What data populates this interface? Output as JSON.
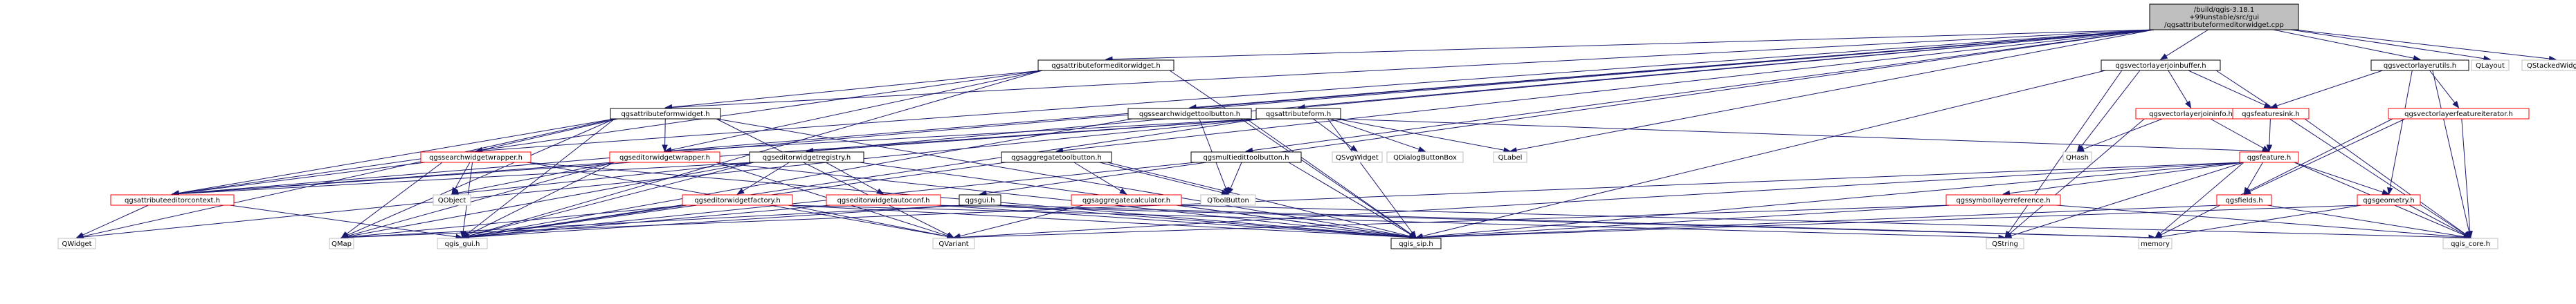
{
  "diagram": {
    "kind": "include-dependency-graph",
    "root": "root",
    "colors": {
      "background": "#ffffff",
      "edge": "#191970",
      "root_fill": "#bfbfbf",
      "node_fill": "#ffffff",
      "node_border": "#000000",
      "incomplete_border": "#ff0000",
      "external_border": "#bfbfbf"
    },
    "nodes": [
      {
        "id": "root",
        "lines": [
          "/build/qgis-3.18.1",
          "+99unstable/src/gui",
          "/qgsattributeformeditorwidget.cpp"
        ],
        "style": "root"
      },
      {
        "id": "afew",
        "lines": [
          "qgsattributeformeditorwidget.h"
        ],
        "style": "normal"
      },
      {
        "id": "vljb",
        "lines": [
          "qgsvectorlayerjoinbuffer.h"
        ],
        "style": "normal"
      },
      {
        "id": "vlu",
        "lines": [
          "qgsvectorlayerutils.h"
        ],
        "style": "normal"
      },
      {
        "id": "qlayout",
        "lines": [
          "QLayout"
        ],
        "style": "external"
      },
      {
        "id": "qstacked",
        "lines": [
          "QStackedWidget"
        ],
        "style": "external"
      },
      {
        "id": "afw",
        "lines": [
          "qgsattributeformwidget.h"
        ],
        "style": "normal"
      },
      {
        "id": "swtb",
        "lines": [
          "qgssearchwidgettoolbutton.h"
        ],
        "style": "normal"
      },
      {
        "id": "af",
        "lines": [
          "qgsattributeform.h"
        ],
        "style": "normal"
      },
      {
        "id": "vlji",
        "lines": [
          "qgsvectorlayerjoininfo.h"
        ],
        "style": "incomplete"
      },
      {
        "id": "fsink",
        "lines": [
          "qgsfeaturesink.h"
        ],
        "style": "incomplete"
      },
      {
        "id": "vlfi",
        "lines": [
          "qgsvectorlayerfeatureiterator.h"
        ],
        "style": "incomplete"
      },
      {
        "id": "sww",
        "lines": [
          "qgssearchwidgetwrapper.h"
        ],
        "style": "incomplete"
      },
      {
        "id": "eww",
        "lines": [
          "qgseditorwidgetwrapper.h"
        ],
        "style": "incomplete"
      },
      {
        "id": "ewr",
        "lines": [
          "qgseditorwidgetregistry.h"
        ],
        "style": "normal"
      },
      {
        "id": "agtb",
        "lines": [
          "qgsaggregatetoolbutton.h"
        ],
        "style": "normal"
      },
      {
        "id": "metb",
        "lines": [
          "qgsmultiedittoolbutton.h"
        ],
        "style": "normal"
      },
      {
        "id": "qsvg",
        "lines": [
          "QSvgWidget"
        ],
        "style": "external"
      },
      {
        "id": "qdbb",
        "lines": [
          "QDialogButtonBox"
        ],
        "style": "external"
      },
      {
        "id": "qlabel",
        "lines": [
          "QLabel"
        ],
        "style": "external"
      },
      {
        "id": "qhash",
        "lines": [
          "QHash"
        ],
        "style": "external"
      },
      {
        "id": "feat",
        "lines": [
          "qgsfeature.h"
        ],
        "style": "incomplete"
      },
      {
        "id": "aec",
        "lines": [
          "qgsattributeeditorcontext.h"
        ],
        "style": "incomplete"
      },
      {
        "id": "qobject",
        "lines": [
          "QObject"
        ],
        "style": "external"
      },
      {
        "id": "ewf",
        "lines": [
          "qgseditorwidgetfactory.h"
        ],
        "style": "incomplete"
      },
      {
        "id": "ewac",
        "lines": [
          "qgseditorwidgetautoconf.h"
        ],
        "style": "incomplete"
      },
      {
        "id": "ggui",
        "lines": [
          "qgsgui.h"
        ],
        "style": "normal"
      },
      {
        "id": "aggc",
        "lines": [
          "qgsaggregatecalculator.h"
        ],
        "style": "incomplete"
      },
      {
        "id": "qtoolbtn",
        "lines": [
          "QToolButton"
        ],
        "style": "external"
      },
      {
        "id": "slref",
        "lines": [
          "qgssymbollayerreference.h"
        ],
        "style": "incomplete"
      },
      {
        "id": "fields",
        "lines": [
          "qgsfields.h"
        ],
        "style": "incomplete"
      },
      {
        "id": "geom",
        "lines": [
          "qgsgeometry.h"
        ],
        "style": "incomplete"
      },
      {
        "id": "qwidget",
        "lines": [
          "QWidget"
        ],
        "style": "external"
      },
      {
        "id": "qmap",
        "lines": [
          "QMap"
        ],
        "style": "external"
      },
      {
        "id": "guih",
        "lines": [
          "qgis_gui.h"
        ],
        "style": "external"
      },
      {
        "id": "qvariant",
        "lines": [
          "QVariant"
        ],
        "style": "external"
      },
      {
        "id": "sip",
        "lines": [
          "qgis_sip.h"
        ],
        "style": "normal"
      },
      {
        "id": "qstring",
        "lines": [
          "QString"
        ],
        "style": "external"
      },
      {
        "id": "memory",
        "lines": [
          "memory"
        ],
        "style": "external"
      },
      {
        "id": "core",
        "lines": [
          "qgis_core.h"
        ],
        "style": "external"
      }
    ],
    "edges": [
      [
        "root",
        "afew"
      ],
      [
        "root",
        "vljb"
      ],
      [
        "root",
        "vlu"
      ],
      [
        "root",
        "qlayout"
      ],
      [
        "root",
        "qstacked"
      ],
      [
        "root",
        "afw"
      ],
      [
        "root",
        "swtb"
      ],
      [
        "root",
        "af"
      ],
      [
        "root",
        "sww"
      ],
      [
        "root",
        "eww"
      ],
      [
        "root",
        "ewr"
      ],
      [
        "root",
        "agtb"
      ],
      [
        "root",
        "metb"
      ],
      [
        "root",
        "qlabel"
      ],
      [
        "root",
        "aec"
      ],
      [
        "root",
        "ggui"
      ],
      [
        "afew",
        "afw"
      ],
      [
        "afew",
        "eww"
      ],
      [
        "afew",
        "aec"
      ],
      [
        "afew",
        "guih"
      ],
      [
        "afew",
        "sip"
      ],
      [
        "afw",
        "sww"
      ],
      [
        "afw",
        "eww"
      ],
      [
        "afw",
        "aec"
      ],
      [
        "afw",
        "qwidget"
      ],
      [
        "afw",
        "guih"
      ],
      [
        "afw",
        "qmap"
      ],
      [
        "afw",
        "qvariant"
      ],
      [
        "afw",
        "sip"
      ],
      [
        "swtb",
        "qtoolbtn"
      ],
      [
        "swtb",
        "guih"
      ],
      [
        "swtb",
        "sip"
      ],
      [
        "af",
        "ewr"
      ],
      [
        "af",
        "qsvg"
      ],
      [
        "af",
        "qdbb"
      ],
      [
        "af",
        "qlabel"
      ],
      [
        "af",
        "feat"
      ],
      [
        "af",
        "aec"
      ],
      [
        "af",
        "qwidget"
      ],
      [
        "af",
        "guih"
      ],
      [
        "af",
        "sip"
      ],
      [
        "af",
        "eww"
      ],
      [
        "vljb",
        "vlji"
      ],
      [
        "vljb",
        "fsink"
      ],
      [
        "vljb",
        "qhash"
      ],
      [
        "vljb",
        "qstring"
      ],
      [
        "vljb",
        "sip"
      ],
      [
        "vljb",
        "core"
      ],
      [
        "vlu",
        "fsink"
      ],
      [
        "vlu",
        "vlfi"
      ],
      [
        "vlu",
        "geom"
      ],
      [
        "vlu",
        "core"
      ],
      [
        "vlji",
        "feat"
      ],
      [
        "vlji",
        "qstring"
      ],
      [
        "vlji",
        "qhash"
      ],
      [
        "fsink",
        "feat"
      ],
      [
        "fsink",
        "core"
      ],
      [
        "vlfi",
        "fields"
      ],
      [
        "vlfi",
        "core"
      ],
      [
        "vlfi",
        "memory"
      ],
      [
        "sww",
        "qobject"
      ],
      [
        "sww",
        "qmap"
      ],
      [
        "sww",
        "aec"
      ],
      [
        "sww",
        "guih"
      ],
      [
        "sww",
        "sip"
      ],
      [
        "sww",
        "qvariant"
      ],
      [
        "eww",
        "qobject"
      ],
      [
        "eww",
        "qmap"
      ],
      [
        "eww",
        "aec"
      ],
      [
        "eww",
        "guih"
      ],
      [
        "eww",
        "sip"
      ],
      [
        "eww",
        "qvariant"
      ],
      [
        "ewr",
        "qobject"
      ],
      [
        "ewr",
        "qmap"
      ],
      [
        "ewr",
        "ewf"
      ],
      [
        "ewr",
        "ewac"
      ],
      [
        "ewr",
        "aec"
      ],
      [
        "ewr",
        "guih"
      ],
      [
        "ewr",
        "sip"
      ],
      [
        "agtb",
        "aggc"
      ],
      [
        "agtb",
        "qtoolbtn"
      ],
      [
        "agtb",
        "guih"
      ],
      [
        "agtb",
        "sip"
      ],
      [
        "metb",
        "qtoolbtn"
      ],
      [
        "metb",
        "guih"
      ],
      [
        "metb",
        "sip"
      ],
      [
        "feat",
        "slref"
      ],
      [
        "feat",
        "fields"
      ],
      [
        "feat",
        "geom"
      ],
      [
        "feat",
        "qvariant"
      ],
      [
        "feat",
        "qmap"
      ],
      [
        "feat",
        "qstring"
      ],
      [
        "feat",
        "memory"
      ],
      [
        "feat",
        "core"
      ],
      [
        "feat",
        "sip"
      ],
      [
        "aec",
        "qwidget"
      ],
      [
        "aec",
        "guih"
      ],
      [
        "ewf",
        "qmap"
      ],
      [
        "ewf",
        "guih"
      ],
      [
        "ewf",
        "sip"
      ],
      [
        "ewf",
        "qvariant"
      ],
      [
        "ewf",
        "qstring"
      ],
      [
        "ewac",
        "guih"
      ],
      [
        "ewac",
        "sip"
      ],
      [
        "ewac",
        "memory"
      ],
      [
        "ggui",
        "qmap"
      ],
      [
        "ggui",
        "guih"
      ],
      [
        "ggui",
        "sip"
      ],
      [
        "ggui",
        "memory"
      ],
      [
        "aggc",
        "qvariant"
      ],
      [
        "aggc",
        "sip"
      ],
      [
        "aggc",
        "core"
      ],
      [
        "slref",
        "qvariant"
      ],
      [
        "slref",
        "sip"
      ],
      [
        "slref",
        "core"
      ],
      [
        "fields",
        "sip"
      ],
      [
        "fields",
        "core"
      ],
      [
        "geom",
        "sip"
      ],
      [
        "geom",
        "memory"
      ],
      [
        "geom",
        "core"
      ]
    ]
  }
}
